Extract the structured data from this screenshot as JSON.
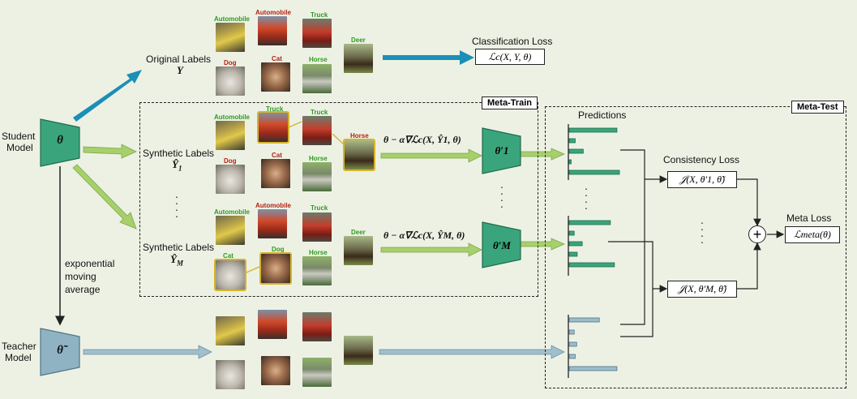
{
  "student": {
    "label_line1": "Student",
    "label_line2": "Model",
    "symbol": "θ"
  },
  "teacher": {
    "label_line1": "Teacher",
    "label_line2": "Model",
    "symbol": "θ̃"
  },
  "ema_label": {
    "line1": "exponential",
    "line2": "moving",
    "line3": "average"
  },
  "original_labels": {
    "line1": "Original Labels",
    "symbol": "Y"
  },
  "synthetic1": {
    "line1": "Synthetic Labels",
    "symbol": "Ŷ",
    "sub": "1"
  },
  "syntheticM": {
    "line1": "Synthetic Labels",
    "symbol": "Ŷ",
    "sub": "M"
  },
  "classification_loss": {
    "title": "Classification Loss",
    "formula": "ℒc(X, Y, θ)"
  },
  "meta_train": {
    "title": "Meta-Train"
  },
  "meta_test": {
    "title": "Meta-Test"
  },
  "update1": "θ − α∇ℒc(X, Ŷ1, θ)",
  "updateM": "θ − α∇ℒc(X, ŶM, θ)",
  "theta1": "θ′1",
  "thetaM": "θ′M",
  "predictions": "Predictions",
  "consistency_loss": "Consistency Loss",
  "J1": "𝒥(X, θ′1, θ̃)",
  "JM": "𝒥(X, θ′M, θ̃)",
  "meta_loss": {
    "title": "Meta Loss",
    "formula": "ℒmeta(θ)"
  },
  "plus": "+",
  "tags": {
    "original": [
      "Automobile",
      "Automobile",
      "Truck",
      "Deer",
      "Dog",
      "Cat",
      "Horse"
    ],
    "syn1": [
      "Automobile",
      "Truck",
      "Truck",
      "Horse",
      "Dog",
      "Cat",
      "Horse"
    ],
    "synM": [
      "Automobile",
      "Automobile",
      "Truck",
      "Deer",
      "Cat",
      "Dog",
      "Horse"
    ]
  },
  "bars": {
    "row1": [
      0.95,
      0.12,
      0.28,
      0.04,
      1.0
    ],
    "rowM": [
      0.82,
      0.1,
      0.26,
      0.16,
      0.9
    ],
    "teacher": [
      0.6,
      0.1,
      0.15,
      0.12,
      0.95
    ]
  },
  "colors": {
    "student": "#3aa57c",
    "teacher": "#8fb3c2",
    "green_arrow": "#a7cf6b",
    "blue_arrow": "#1a8fb7",
    "teacher_arrow": "#8fb3c2",
    "bar_student": "#3aa57c",
    "bar_teacher": "#9bbccb"
  }
}
